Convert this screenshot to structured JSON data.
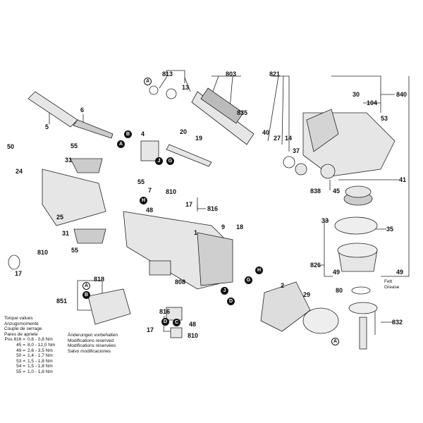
{
  "callouts": [
    "813",
    "803",
    "821",
    "840",
    "30",
    "104",
    "13",
    "835",
    "6",
    "5",
    "4",
    "20",
    "19",
    "40",
    "27",
    "14",
    "37",
    "53",
    "41",
    "50",
    "55",
    "31",
    "24",
    "55",
    "7",
    "810",
    "17",
    "816",
    "48",
    "838",
    "45",
    "25",
    "1",
    "9",
    "18",
    "33",
    "35",
    "31",
    "55",
    "810",
    "17",
    "826",
    "49",
    "49",
    "80",
    "818",
    "851",
    "808",
    "2",
    "29",
    "832",
    "816",
    "17",
    "48",
    "810"
  ],
  "markers": [
    "A",
    "B",
    "A",
    "J",
    "G",
    "H",
    "A",
    "H",
    "G",
    "J",
    "D",
    "A",
    "B",
    "D",
    "C"
  ],
  "grease": [
    "Fett",
    "Grease"
  ],
  "torque": {
    "title": [
      "Torque values",
      "Anzugsmomente",
      "Couple de serrage",
      "Pares de apriete"
    ],
    "rows": [
      [
        "Pos 816 =",
        "0,6 - 0,8 Nm"
      ],
      [
        "45 =",
        "8,0 - 12,0 Nm"
      ],
      [
        "49 =",
        "2,6 - 3,5 Nm"
      ],
      [
        "50 =",
        "1,4 - 1,7 Nm"
      ],
      [
        "53 =",
        "1,5 - 1,8 Nm"
      ],
      [
        "54 =",
        "1,5 - 1,8 Nm"
      ],
      [
        "55 =",
        "1,0 - 1,8 Nm"
      ]
    ]
  },
  "modifications": [
    "Änderungen vorbehalten",
    "Modifications reserved",
    "Modifications réservées",
    "Salvo modificaciones"
  ]
}
